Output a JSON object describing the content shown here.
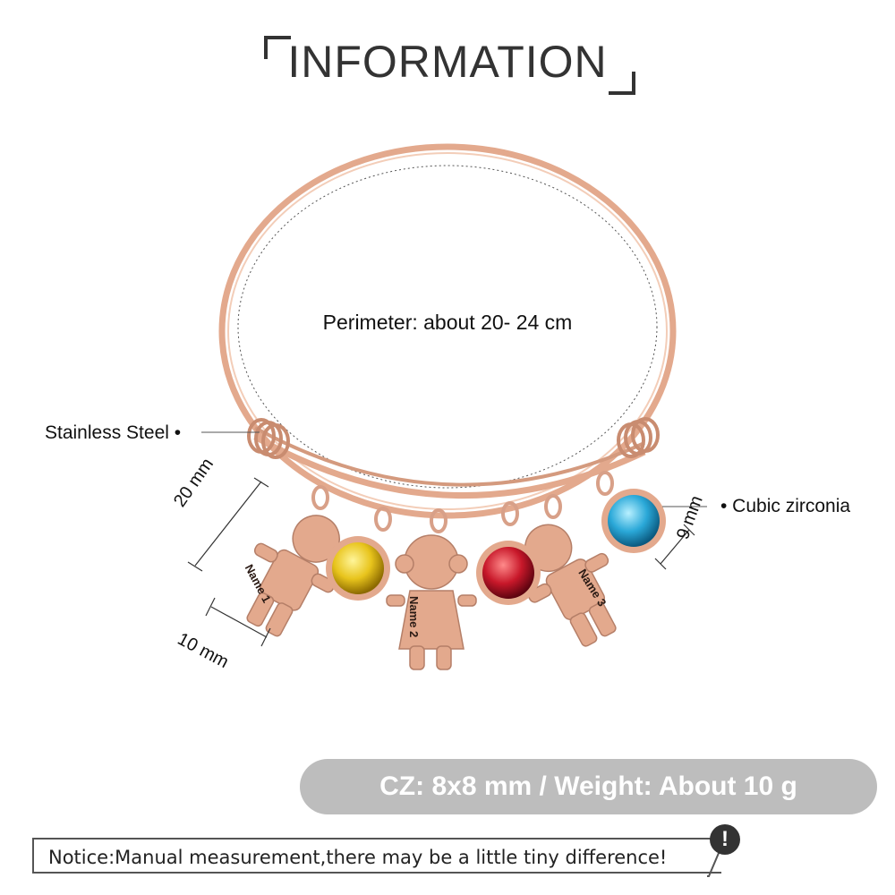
{
  "title": "INFORMATION",
  "bangle": {
    "perimeter_label": "Perimeter: about  20- 24 cm",
    "material_label": "Stainless Steel •",
    "stone_label": "• Cubic zirconia"
  },
  "dimensions": {
    "charm_height": "20 mm",
    "charm_width": "10 mm",
    "stone_size": "9 mm"
  },
  "charms": [
    {
      "name": "Name 1"
    },
    {
      "name": "Name 2"
    },
    {
      "name": "Name 3"
    }
  ],
  "stones": {
    "yellow": "#e8c41c",
    "red": "#c8182a",
    "blue": "#2aa8d8"
  },
  "colors": {
    "rose_gold": "#e3a98d",
    "pill_bg": "#bdbdbd"
  },
  "specs": "CZ: 8x8 mm / Weight: About 10 g",
  "notice": {
    "text": "Notice:Manual measurement,there may be a little tiny difference!",
    "icon": "!"
  }
}
